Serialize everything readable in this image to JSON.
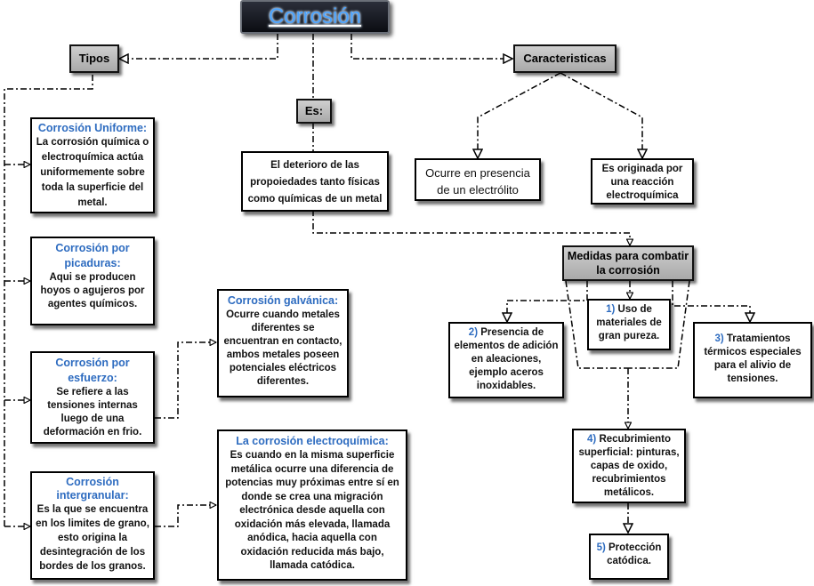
{
  "title": "Corrosión",
  "tipos_label": "Tipos",
  "es_label": "Es:",
  "caracteristicas_label": "Caracteristicas",
  "definicion": "El deterioro de las propoiedades tanto físicas como químicas de un metal",
  "caracteristica_1": "Ocurre en presencia de un electrólito",
  "caracteristica_2": "Es originada por una reacción electroquímica",
  "medidas_label": "Medidas para combatir la corrosión",
  "tipos": {
    "uniforme": {
      "title": "Corrosión Uniforme:",
      "text": "La corrosión química o electroquímica actúa uniformemente sobre toda la superficie del metal."
    },
    "picaduras": {
      "title": "Corrosión por picaduras:",
      "text": "Aqui se producen hoyos o agujeros por agentes químicos."
    },
    "esfuerzo": {
      "title": "Corrosión por esfuerzo:",
      "text": "Se refiere a las tensiones internas luego de una deformación en frio."
    },
    "intergranular": {
      "title": "Corrosión intergranular:",
      "text": "Es la que se encuentra en los limites de grano, esto origina la desintegración de los bordes de los granos."
    },
    "galvanica": {
      "title": "Corrosión galvánica:",
      "text": "Ocurre cuando metales diferentes se encuentran en contacto, ambos metales poseen potenciales eléctricos diferentes."
    },
    "electroquimica": {
      "title": "La corrosión electroquímica:",
      "text": "Es cuando en la misma superficie metálica ocurre una diferencia de potencias muy próximas entre sí en donde se crea una migración electrónica desde aquella con oxidación más elevada, llamada anódica, hacia aquella con oxidación reducida más bajo, llamada catódica."
    }
  },
  "medidas": {
    "m1": {
      "num": "1)",
      "text": "Uso de materiales de gran pureza."
    },
    "m2": {
      "num": "2)",
      "text": "Presencia de elementos de adición en aleaciones, ejemplo aceros inoxidables."
    },
    "m3": {
      "num": "3)",
      "text": "Tratamientos térmicos especiales para el alivio de tensiones."
    },
    "m4": {
      "num": "4)",
      "text": "Recubrimiento superficial: pinturas, capas de oxido, recubrimientos metálicos."
    },
    "m5": {
      "num": "5)",
      "text": "Protección catódica."
    }
  },
  "colors": {
    "heading": "#2e6cc0",
    "title_text": "#4aa3ff",
    "title_bg": "#0b0d12",
    "label_gray": "#b5b5b5"
  }
}
